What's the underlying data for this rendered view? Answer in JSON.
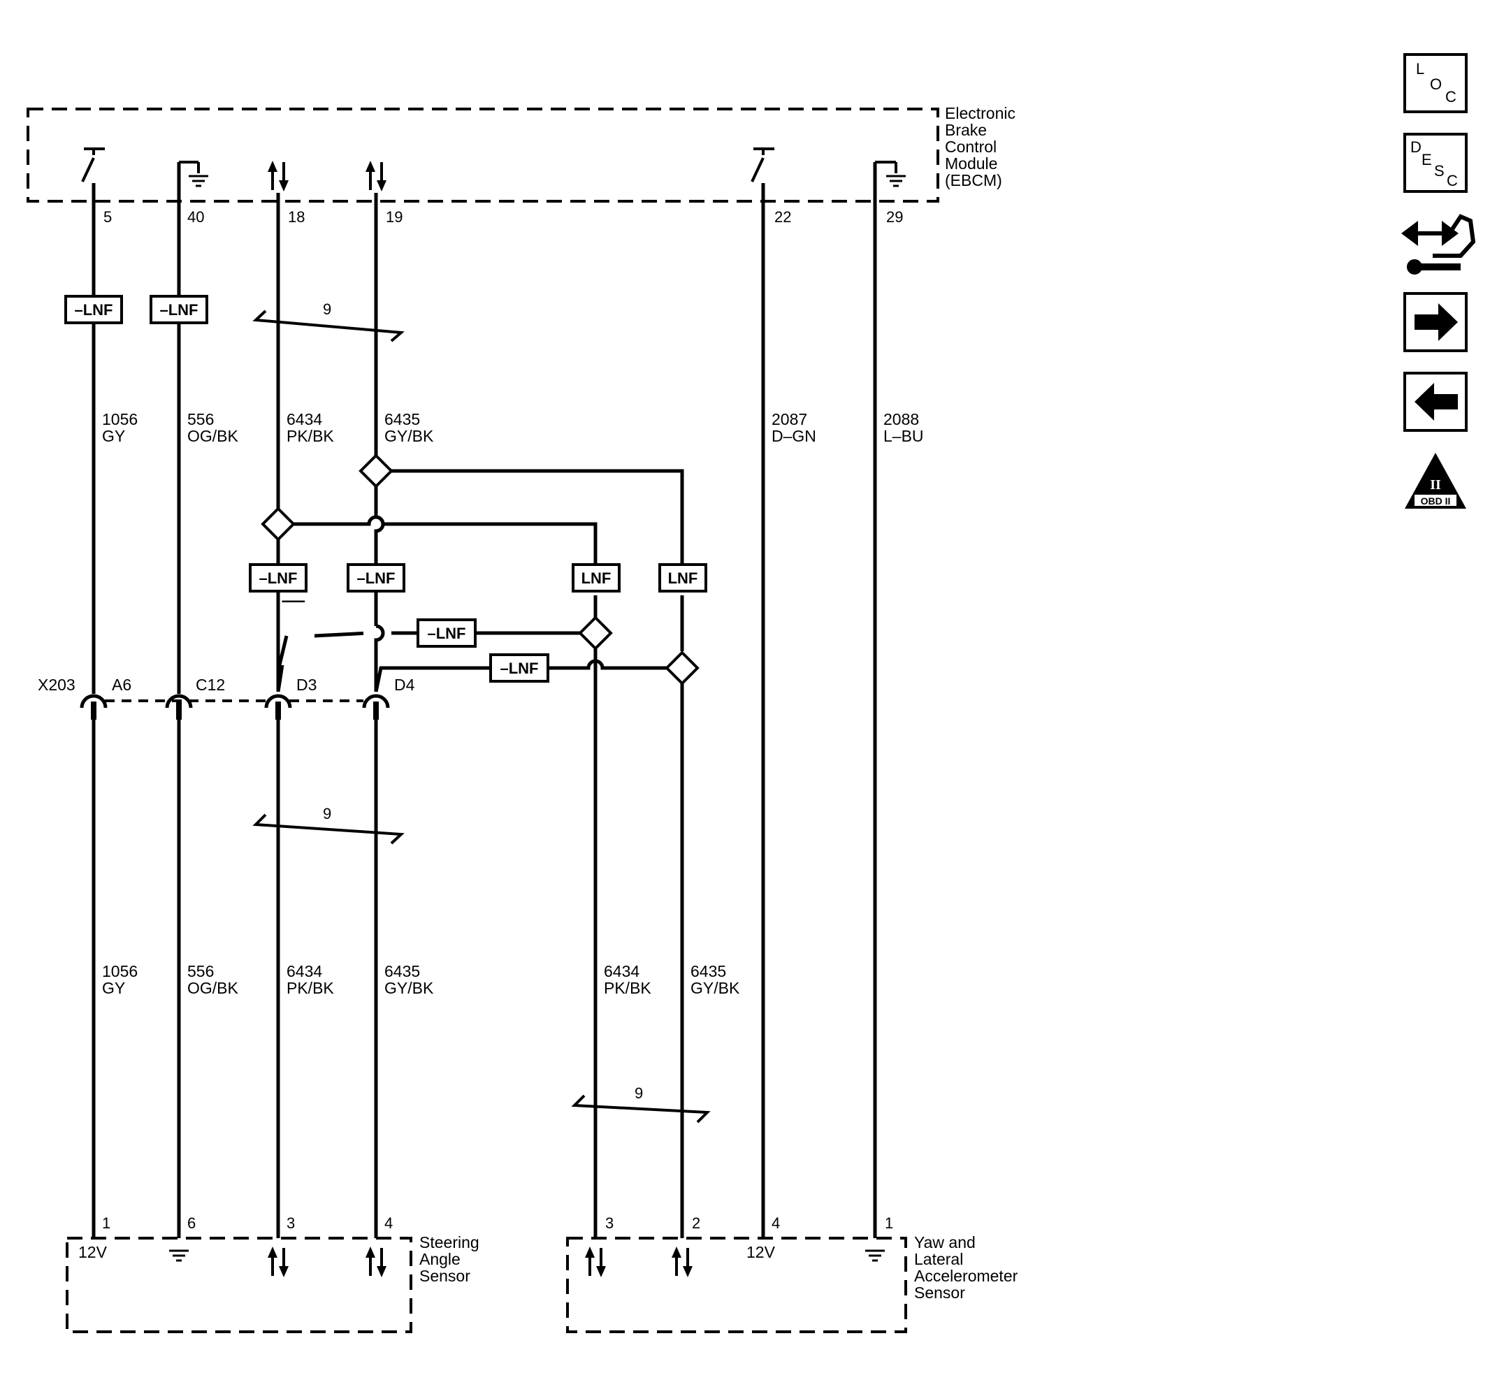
{
  "modules": {
    "ebcm": {
      "name_lines": [
        "Electronic",
        "Brake",
        "Control",
        "Module",
        "(EBCM)"
      ]
    },
    "steering_angle_sensor": {
      "name_lines": [
        "Steering",
        "Angle",
        "Sensor"
      ],
      "voltage": "12V"
    },
    "yaw_sensor": {
      "name_lines": [
        "Yaw and",
        "Lateral",
        "Accelerometer",
        "Sensor"
      ],
      "voltage": "12V"
    }
  },
  "ebcm_pins": [
    "5",
    "40",
    "18",
    "19",
    "22",
    "29"
  ],
  "sas_pins": [
    "1",
    "6",
    "3",
    "4"
  ],
  "yaw_pins": [
    "3",
    "2",
    "4",
    "1"
  ],
  "option_labels": {
    "not_lnf": "–LNF",
    "lnf": "LNF"
  },
  "circuits_upper": [
    {
      "num": "1056",
      "color": "GY"
    },
    {
      "num": "556",
      "color": "OG/BK"
    },
    {
      "num": "6434",
      "color": "PK/BK"
    },
    {
      "num": "6435",
      "color": "GY/BK"
    },
    {
      "num": "2087",
      "color": "D–GN"
    },
    {
      "num": "2088",
      "color": "L–BU"
    }
  ],
  "circuits_lower": [
    {
      "num": "1056",
      "color": "GY"
    },
    {
      "num": "556",
      "color": "OG/BK"
    },
    {
      "num": "6434",
      "color": "PK/BK"
    },
    {
      "num": "6435",
      "color": "GY/BK"
    },
    {
      "num": "6434",
      "color": "PK/BK"
    },
    {
      "num": "6435",
      "color": "GY/BK"
    }
  ],
  "twisted_pair_label": "9",
  "connector": {
    "name": "X203",
    "cavities": [
      "A6",
      "C12",
      "D3",
      "D4"
    ]
  },
  "side_icons": {
    "loc": [
      "L",
      "O",
      "C"
    ],
    "desc": [
      "D",
      "E",
      "S",
      "C"
    ],
    "obd_label": "OBD II",
    "obd_numeral": "II"
  }
}
